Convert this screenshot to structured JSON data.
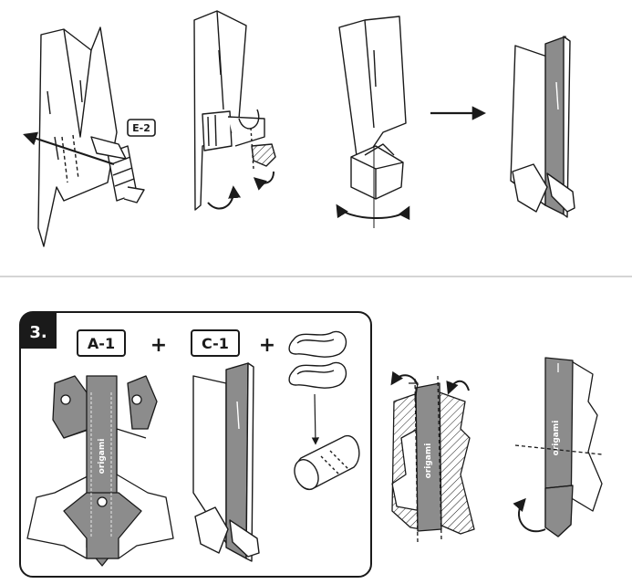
{
  "divider_color": "#c7c7c7",
  "stroke_color": "#1a1a1a",
  "part_fill": "#8c8c8c",
  "top_row": {
    "part_tag": "E-2"
  },
  "step": {
    "number": "3.",
    "parts": [
      "A-1",
      "C-1"
    ],
    "plus_signs": [
      "+",
      "+"
    ],
    "tape_text": "origami"
  },
  "icons": [
    "arrow-left-icon",
    "rotate-arrow-icon",
    "rotate-base-icon",
    "arrow-right-icon",
    "curve-arrow-icon",
    "curve-down-arrow-icon"
  ]
}
